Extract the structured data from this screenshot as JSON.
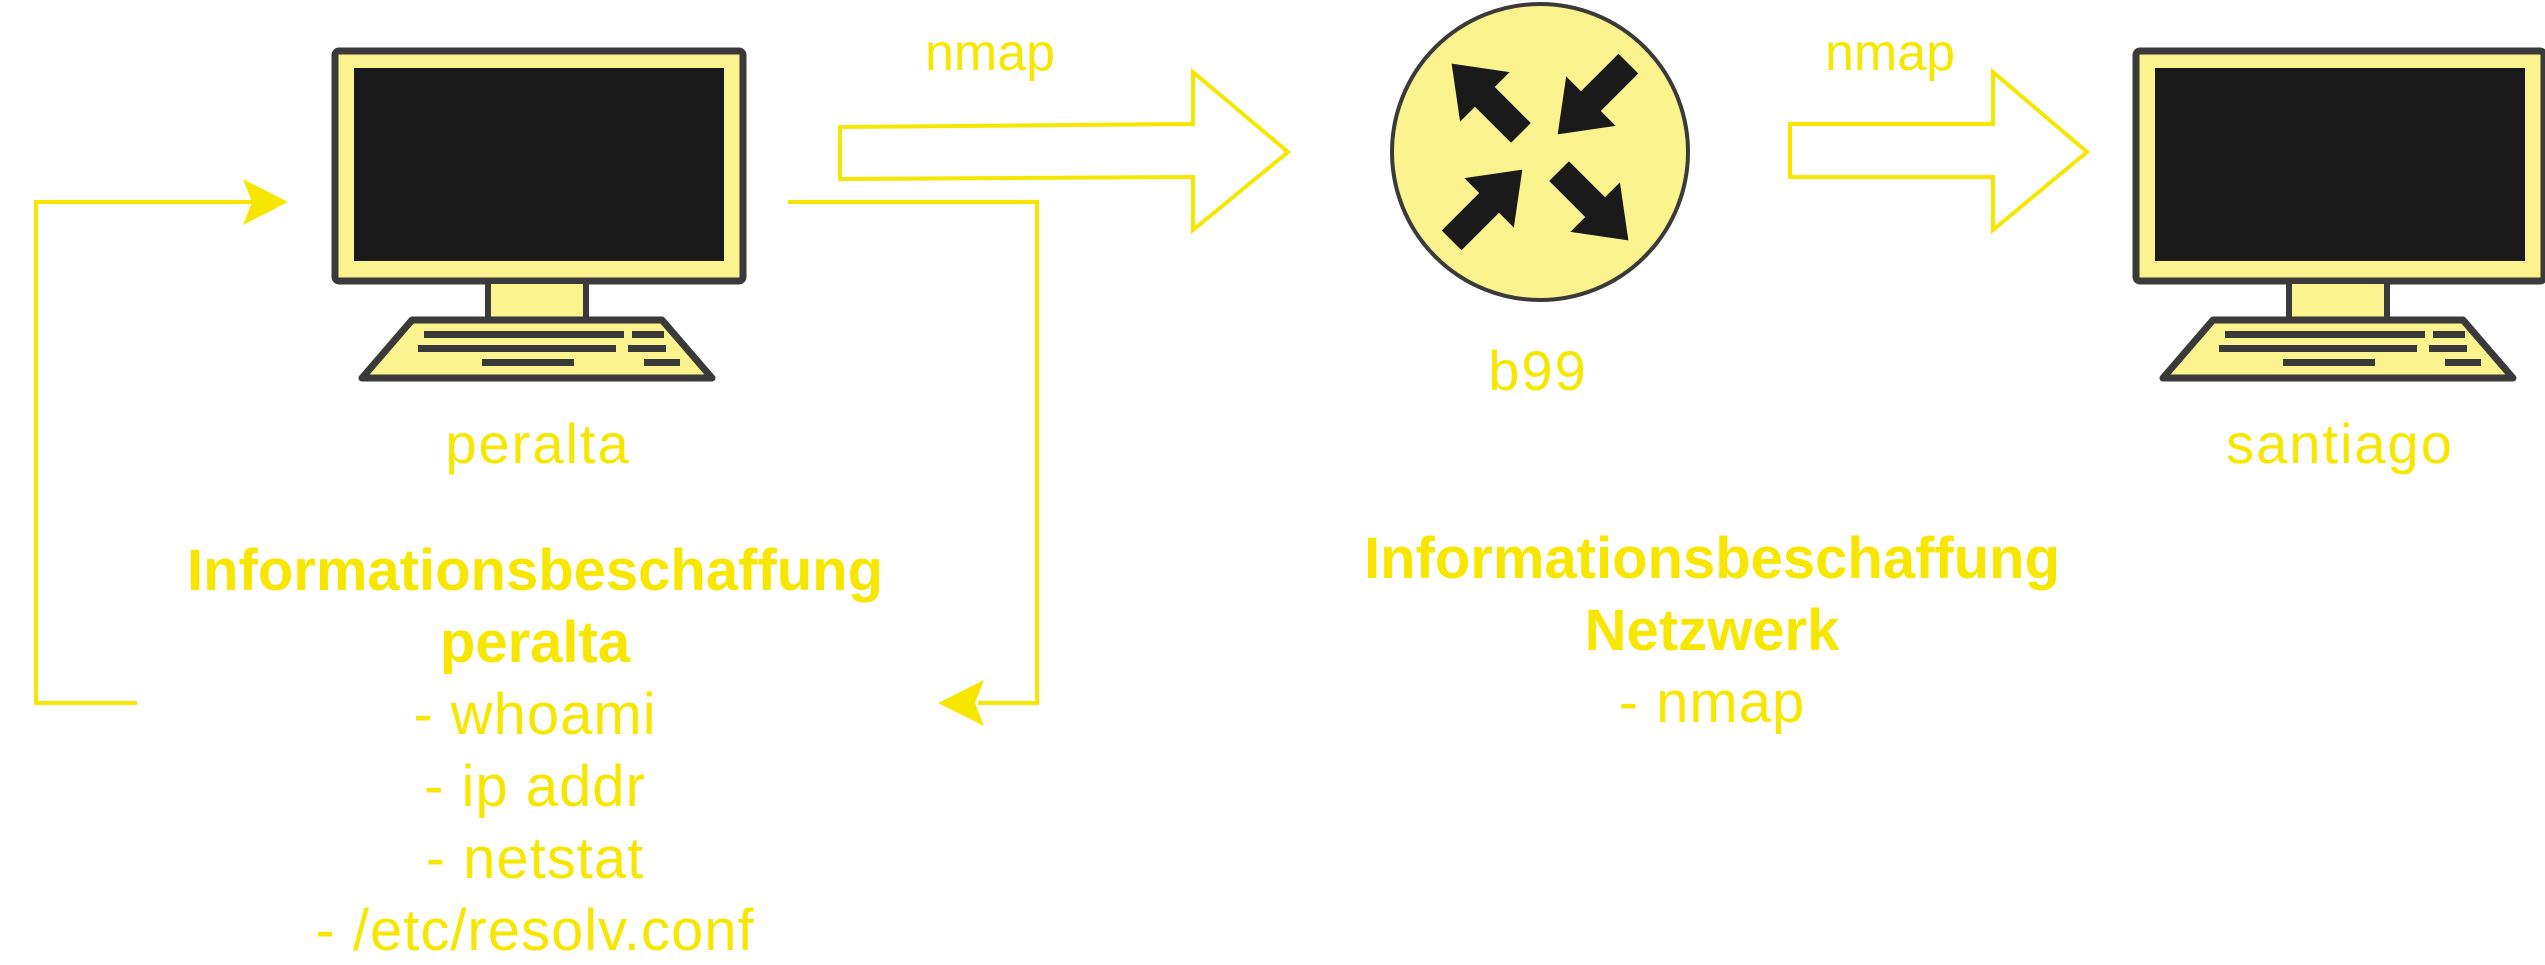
{
  "colors": {
    "accent": "#f7e700",
    "node_fill": "#fbf38d",
    "screen": "#1a1a1a",
    "outline": "#3a3a3a"
  },
  "nodes": {
    "peralta": {
      "label": "peralta",
      "icon": "desktop-computer-icon"
    },
    "b99": {
      "label": "b99",
      "icon": "router-icon"
    },
    "santiago": {
      "label": "santiago",
      "icon": "desktop-computer-icon"
    }
  },
  "edges": {
    "peralta_to_b99": {
      "label": "nmap"
    },
    "b99_to_santiago": {
      "label": "nmap"
    }
  },
  "notes": {
    "peralta": {
      "heading": [
        "Informationsbeschaffung",
        "peralta"
      ],
      "items": [
        "- whoami",
        "- ip addr",
        "- netstat",
        "- /etc/resolv.conf"
      ]
    },
    "network": {
      "heading": [
        "Informationsbeschaffung",
        "Netzwerk"
      ],
      "items": [
        "- nmap"
      ]
    }
  }
}
